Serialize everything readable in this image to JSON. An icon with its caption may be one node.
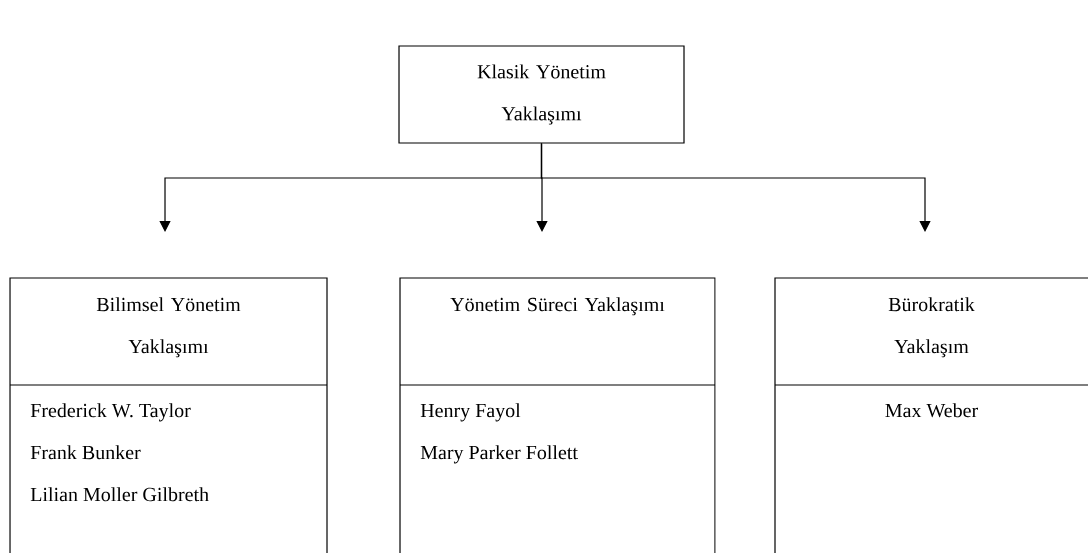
{
  "diagram": {
    "nodes": [
      {
        "text": [
          "Klasik Yönetim Yaklaşımı"
        ]
      },
      {
        "text": [
          "Bilimsel Yönetim Yaklaşımı",
          "Frederick W. Taylor",
          "Frank Bunker",
          "Lilian Moller Gilbreth"
        ]
      },
      {
        "text": [
          "Yönetim Süreci Yaklaşımı",
          "Henry Fayol",
          "Mary Parker Follett"
        ]
      },
      {
        "text": [
          "Bürokratik Yaklaşım",
          "Max Weber"
        ]
      }
    ],
    "edges": [
      {
        "from": 0,
        "to": 1,
        "arrow": "to"
      },
      {
        "from": 0,
        "to": 2,
        "arrow": "to"
      },
      {
        "from": 0,
        "to": 3,
        "arrow": "to"
      }
    ]
  }
}
